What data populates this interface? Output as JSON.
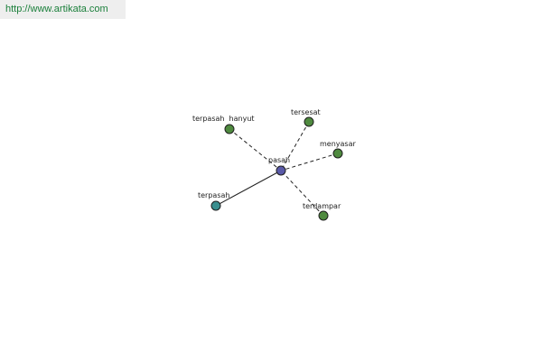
{
  "header": {
    "source_url": "http://www.artikata.com"
  },
  "colors": {
    "link_text": "#1a7f3a",
    "header_bg": "#eeeeee",
    "center_node": "#5a5aa8",
    "synonym_node": "#4f8a3f",
    "derived_node": "#3a8f8f"
  },
  "graph": {
    "center": {
      "id": "pasah",
      "label": "pasah"
    },
    "nodes": [
      {
        "id": "terpasah-hanyut",
        "label": "terpasah  hanyut",
        "kind": "synonym",
        "edge": "dashed"
      },
      {
        "id": "tersesat",
        "label": "tersesat",
        "kind": "synonym",
        "edge": "dashed"
      },
      {
        "id": "menyasar",
        "label": "menyasar",
        "kind": "synonym",
        "edge": "dashed"
      },
      {
        "id": "terdampar",
        "label": "terdampar",
        "kind": "synonym",
        "edge": "dashed"
      },
      {
        "id": "terpasah",
        "label": "terpasah",
        "kind": "derived",
        "edge": "solid"
      }
    ]
  }
}
